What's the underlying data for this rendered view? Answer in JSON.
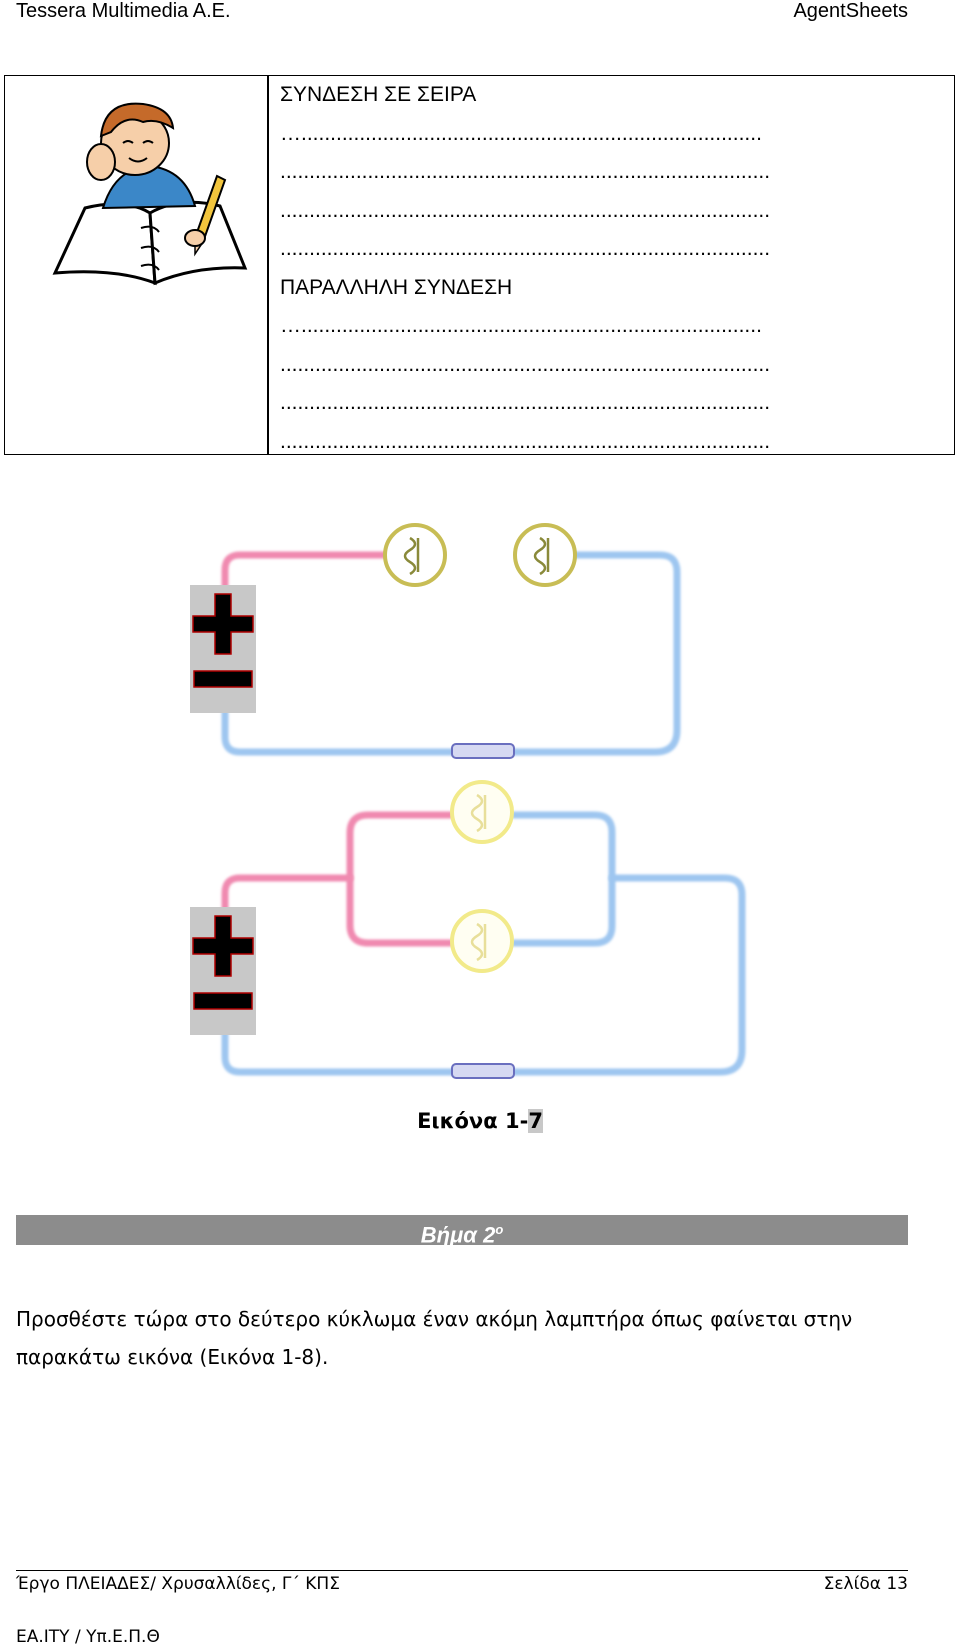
{
  "header": {
    "left": "Tessera Multimedia A.E.",
    "right": "AgentSheets"
  },
  "notebox": {
    "series_title": "ΣΥΝΔΕΣΗ ΣΕ ΣΕΙΡΑ",
    "series_lines": [
      "…...............................................................................",
      "....................................................................................",
      "....................................................................................",
      "...................................................................................."
    ],
    "parallel_title": "ΠΑΡΑΛΛΗΛΗ ΣΥΝΔΕΣΗ",
    "parallel_lines": [
      "…...............................................................................",
      "....................................................................................",
      "....................................................................................",
      "...................................................................................."
    ]
  },
  "figure": {
    "caption_main": "Εικόνα 1-",
    "caption_num": "7"
  },
  "step": {
    "label": "Βήμα 2",
    "sup": "ο"
  },
  "paragraph": "Προσθέστε τώρα στο δεύτερο κύκλωμα έναν ακόμη λαμπτήρα όπως φαίνεται στην παρακάτω εικόνα (Εικόνα 1-8).",
  "footer": {
    "left": "Έργο ΠΛΕΙΑΔΕΣ/ Χρυσαλλίδες, Γ΄ ΚΠΣ",
    "right": "Σελίδα 13",
    "bottom": "ΕΑ.ΙΤΥ / Υπ.Ε.Π.Θ"
  },
  "colors": {
    "wire_positive": "#f08ab0",
    "wire_negative": "#9ec6f0",
    "bulb_series": "#c8bd55",
    "bulb_parallel": "#f2ea8a",
    "battery_bg": "#c8c8c8",
    "step_bar": "#8c8c8c"
  }
}
